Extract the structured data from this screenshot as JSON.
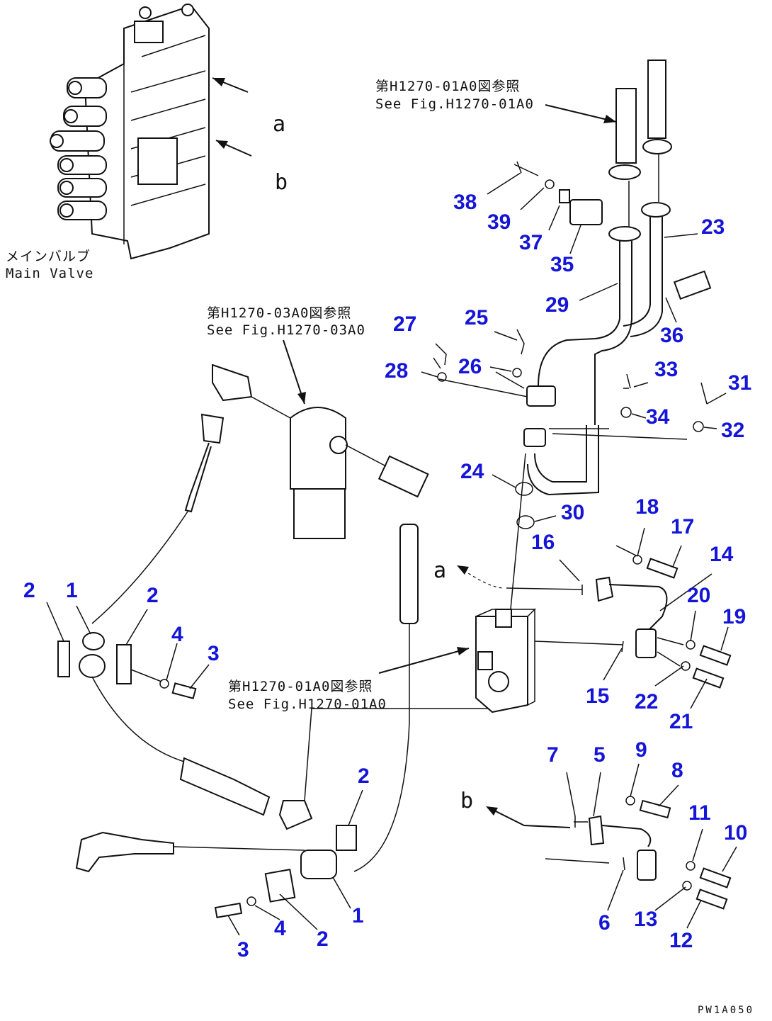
{
  "parts": [
    {
      "id": "p38",
      "label": "38"
    },
    {
      "id": "p39",
      "label": "39"
    },
    {
      "id": "p37",
      "label": "37"
    },
    {
      "id": "p35",
      "label": "35"
    },
    {
      "id": "p23",
      "label": "23"
    },
    {
      "id": "p29",
      "label": "29"
    },
    {
      "id": "p36",
      "label": "36"
    },
    {
      "id": "p27",
      "label": "27"
    },
    {
      "id": "p25",
      "label": "25"
    },
    {
      "id": "p28",
      "label": "28"
    },
    {
      "id": "p26",
      "label": "26"
    },
    {
      "id": "p33",
      "label": "33"
    },
    {
      "id": "p31",
      "label": "31"
    },
    {
      "id": "p34",
      "label": "34"
    },
    {
      "id": "p32",
      "label": "32"
    },
    {
      "id": "p24",
      "label": "24"
    },
    {
      "id": "p30",
      "label": "30"
    },
    {
      "id": "p18",
      "label": "18"
    },
    {
      "id": "p17",
      "label": "17"
    },
    {
      "id": "p16",
      "label": "16"
    },
    {
      "id": "p14",
      "label": "14"
    },
    {
      "id": "p20",
      "label": "20"
    },
    {
      "id": "p19",
      "label": "19"
    },
    {
      "id": "p15",
      "label": "15"
    },
    {
      "id": "p22",
      "label": "22"
    },
    {
      "id": "p21",
      "label": "21"
    },
    {
      "id": "p2a",
      "label": "2"
    },
    {
      "id": "p1a",
      "label": "1"
    },
    {
      "id": "p2b",
      "label": "2"
    },
    {
      "id": "p4a",
      "label": "4"
    },
    {
      "id": "p3a",
      "label": "3"
    },
    {
      "id": "p7",
      "label": "7"
    },
    {
      "id": "p5",
      "label": "5"
    },
    {
      "id": "p9",
      "label": "9"
    },
    {
      "id": "p8",
      "label": "8"
    },
    {
      "id": "p2c",
      "label": "2"
    },
    {
      "id": "p11",
      "label": "11"
    },
    {
      "id": "p10",
      "label": "10"
    },
    {
      "id": "p1b",
      "label": "1"
    },
    {
      "id": "p4b",
      "label": "4"
    },
    {
      "id": "p2d",
      "label": "2"
    },
    {
      "id": "p3b",
      "label": "3"
    },
    {
      "id": "p6",
      "label": "6"
    },
    {
      "id": "p13",
      "label": "13"
    },
    {
      "id": "p12",
      "label": "12"
    }
  ],
  "notes": {
    "ref_0140_jp": "第H1270-01A0図参照",
    "ref_0140_en": "See Fig.H1270-01A0",
    "ref_0340_jp": "第H1270-03A0図参照",
    "ref_0340_en": "See Fig.H1270-03A0",
    "ref_block_jp": "第H1270-01A0図参照",
    "ref_block_en": "See Fig.H1270-01A0",
    "main_valve_jp": "メインバルブ",
    "main_valve_en": "Main Valve"
  },
  "arrows": {
    "a_top": "a",
    "b_top": "b",
    "a_mid": "a",
    "b_low": "b"
  },
  "drawing_code": "PW1A050"
}
